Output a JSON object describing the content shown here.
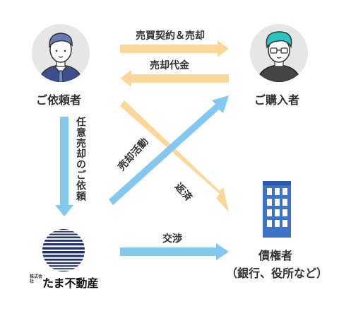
{
  "nodes": {
    "client": {
      "label": "ご依頼者"
    },
    "buyer": {
      "label": "ご購入者"
    },
    "creditor": {
      "label": "債権者",
      "sublabel": "（銀行、役所など）"
    },
    "company": {
      "name": "たま不動産",
      "corp_mark": "株式会社"
    }
  },
  "arrows": {
    "sale_contract": "売買契約＆売却",
    "sale_payment": "売却代金",
    "voluntary_sale_request": "任意売却のご依頼",
    "sales_activity": "売却活動",
    "repayment": "返済",
    "negotiation": "交渉"
  },
  "colors": {
    "orange": "#fcd79a",
    "blue": "#83c8f1",
    "navy": "#1e2e70"
  }
}
